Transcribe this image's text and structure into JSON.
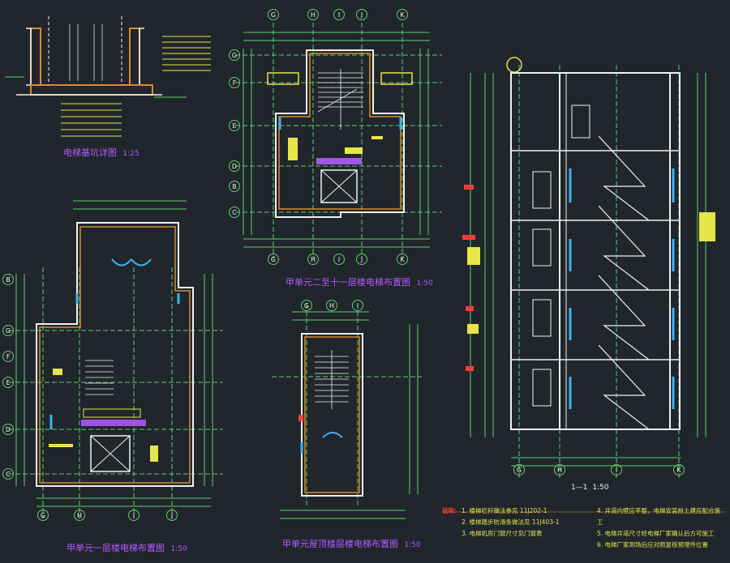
{
  "titles": {
    "pit_detail": "电梯基坑详图",
    "pit_detail_scale": "1:25",
    "typical_floor": "甲单元二至十一层楼电梯布置图",
    "typical_floor_scale": "1:50",
    "ground_floor": "甲单元一层楼电梯布置图",
    "ground_floor_scale": "1:50",
    "roof_floor": "甲单元屋顶楼层楼电梯布置图",
    "roof_floor_scale": "1:50",
    "section": "1—1",
    "section_scale": "1:50"
  },
  "axis_labels": {
    "typical_top": [
      "G",
      "H",
      "I",
      "J",
      "K"
    ],
    "typical_left": [
      "G",
      "F",
      "E",
      "D",
      "C",
      "B"
    ],
    "typical_bottom": [
      "G",
      "H",
      "I",
      "J",
      "K"
    ],
    "ground_left": [
      "G",
      "F",
      "E",
      "D",
      "C",
      "B"
    ],
    "ground_bottom": [
      "G",
      "H",
      "I",
      "J"
    ],
    "roof_top": [
      "G",
      "H",
      "I"
    ],
    "section_bottom": [
      "G",
      "H",
      "I",
      "K"
    ]
  },
  "notes": {
    "heading": "说明:",
    "items": [
      "1. 楼梯栏杆做法参见 11J202-1",
      "2. 楼梯踏步防滑条做法见 11J403-1",
      "3. 电梯机房门窗尺寸见门窗表",
      "4. 井道内壁应平整，电梯安装前土建应配合施工",
      "5. 电梯井道尺寸经电梯厂家确认后方可施工",
      "6. 电梯厂家到场后应对照复核预埋件位置"
    ]
  },
  "colors": {
    "background": "#21252c",
    "wall": "#f2f2f2",
    "dimension": "#5cd16b",
    "text_yellow": "#e6e64a",
    "axis_bubble": "#5cd16b",
    "glass": "#3ab4f2",
    "hatch": "#d98c2b",
    "red": "#ff3b3b",
    "magenta": "#e040fb",
    "title_magenta": "#b35cff"
  }
}
